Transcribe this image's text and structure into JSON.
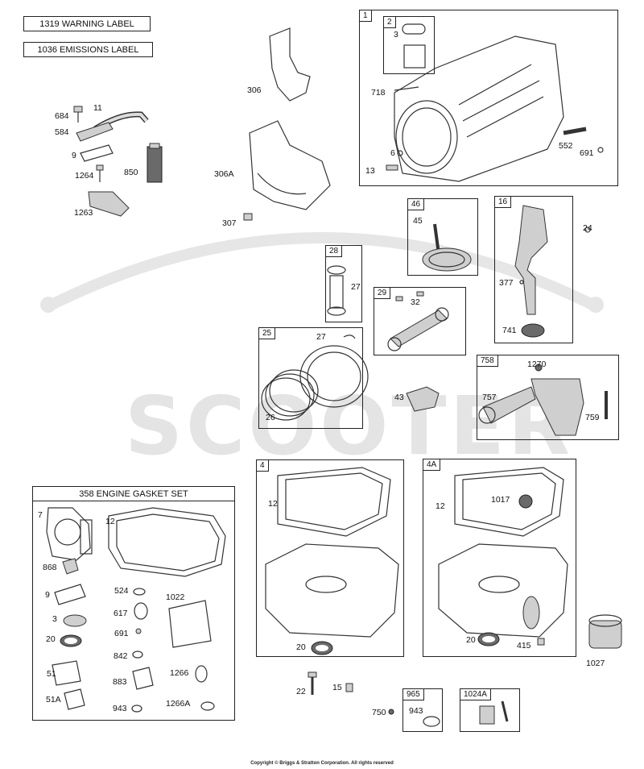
{
  "watermark": "SCOOTER",
  "labels": {
    "warning": "1319 WARNING LABEL",
    "emissions": "1036 EMISSIONS LABEL"
  },
  "groups": {
    "g1": "1",
    "g2": "2",
    "g46": "46",
    "g16": "16",
    "g28": "28",
    "g29": "29",
    "g25": "25",
    "g758": "758",
    "g4": "4",
    "g4a": "4A",
    "g965": "965",
    "g1024a": "1024A",
    "gasket_set": "358 ENGINE GASKET SET"
  },
  "parts": {
    "p684": "684",
    "p11": "11",
    "p584": "584",
    "p9a": "9",
    "p1264": "1264",
    "p850": "850",
    "p1263": "1263",
    "p306": "306",
    "p306a": "306A",
    "p307": "307",
    "p3a": "3",
    "p718": "718",
    "p6": "6",
    "p13": "13",
    "p552": "552",
    "p691a": "691",
    "p45": "45",
    "p24": "24",
    "p377": "377",
    "p741": "741",
    "p27a": "27",
    "p32": "32",
    "p27b": "27",
    "p26": "26",
    "p43": "43",
    "p1270": "1270",
    "p757": "757",
    "p759": "759",
    "p12a": "12",
    "p20a": "20",
    "p12b": "12",
    "p1017": "1017",
    "p20b": "20",
    "p415": "415",
    "p1027": "1027",
    "p7": "7",
    "p12c": "12",
    "p868": "868",
    "p524": "524",
    "p9b": "9",
    "p617": "617",
    "p1022": "1022",
    "p3b": "3",
    "p691b": "691",
    "p20c": "20",
    "p842": "842",
    "p51": "51",
    "p883": "883",
    "p1266": "1266",
    "p51a": "51A",
    "p943a": "943",
    "p1266a": "1266A",
    "p22": "22",
    "p15": "15",
    "p750": "750",
    "p943b": "943"
  },
  "copyright": "Copyright © Briggs & Stratton Corporation. All rights reserved"
}
